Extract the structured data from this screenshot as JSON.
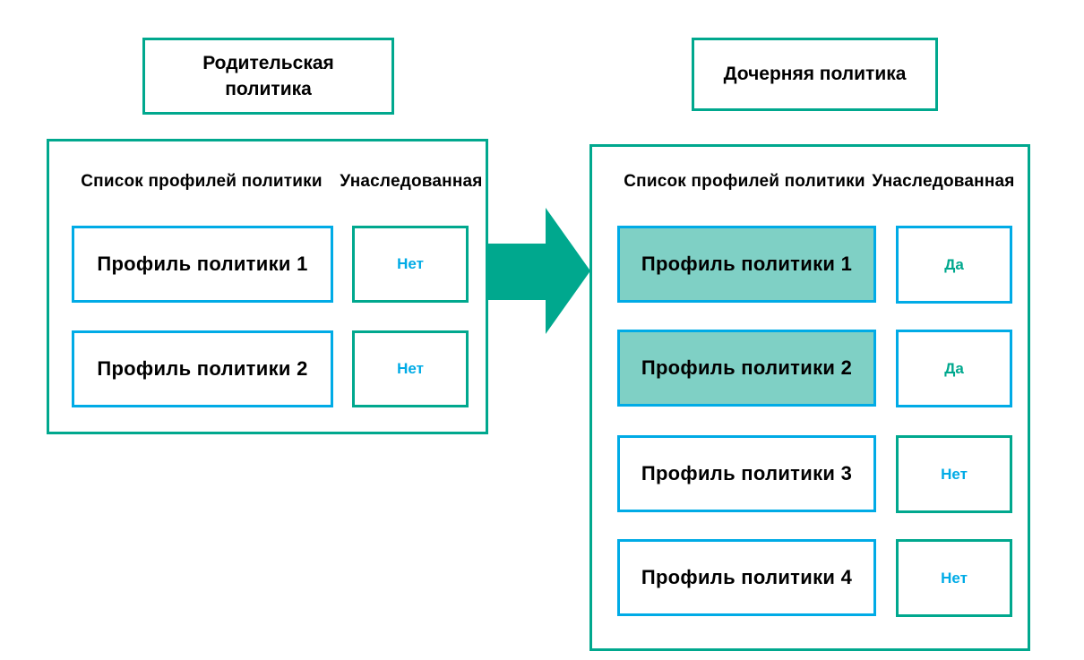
{
  "colors": {
    "teal_accent": "#00a88e",
    "cyan_accent": "#00abe6",
    "highlight_fill": "#7fd0c5",
    "text": "#000000",
    "background": "#ffffff"
  },
  "parent_policy": {
    "title": "Родительская\nполитика",
    "profiles_header": "Список профилей политики",
    "inherited_header": "Унаследованная",
    "rows": [
      {
        "profile": "Профиль политики 1",
        "inherited": "Нет",
        "highlighted": false
      },
      {
        "profile": "Профиль политики 2",
        "inherited": "Нет",
        "highlighted": false
      }
    ]
  },
  "child_policy": {
    "title": "Дочерняя политика",
    "profiles_header": "Список профилей политики",
    "inherited_header": "Унаследованная",
    "rows": [
      {
        "profile": "Профиль политики 1",
        "inherited": "Да",
        "highlighted": true
      },
      {
        "profile": "Профиль политики 2",
        "inherited": "Да",
        "highlighted": true
      },
      {
        "profile": "Профиль политики 3",
        "inherited": "Нет",
        "highlighted": false
      },
      {
        "profile": "Профиль политики 4",
        "inherited": "Нет",
        "highlighted": false
      }
    ]
  },
  "arrow": {
    "direction": "right",
    "color": "#00a88e"
  }
}
